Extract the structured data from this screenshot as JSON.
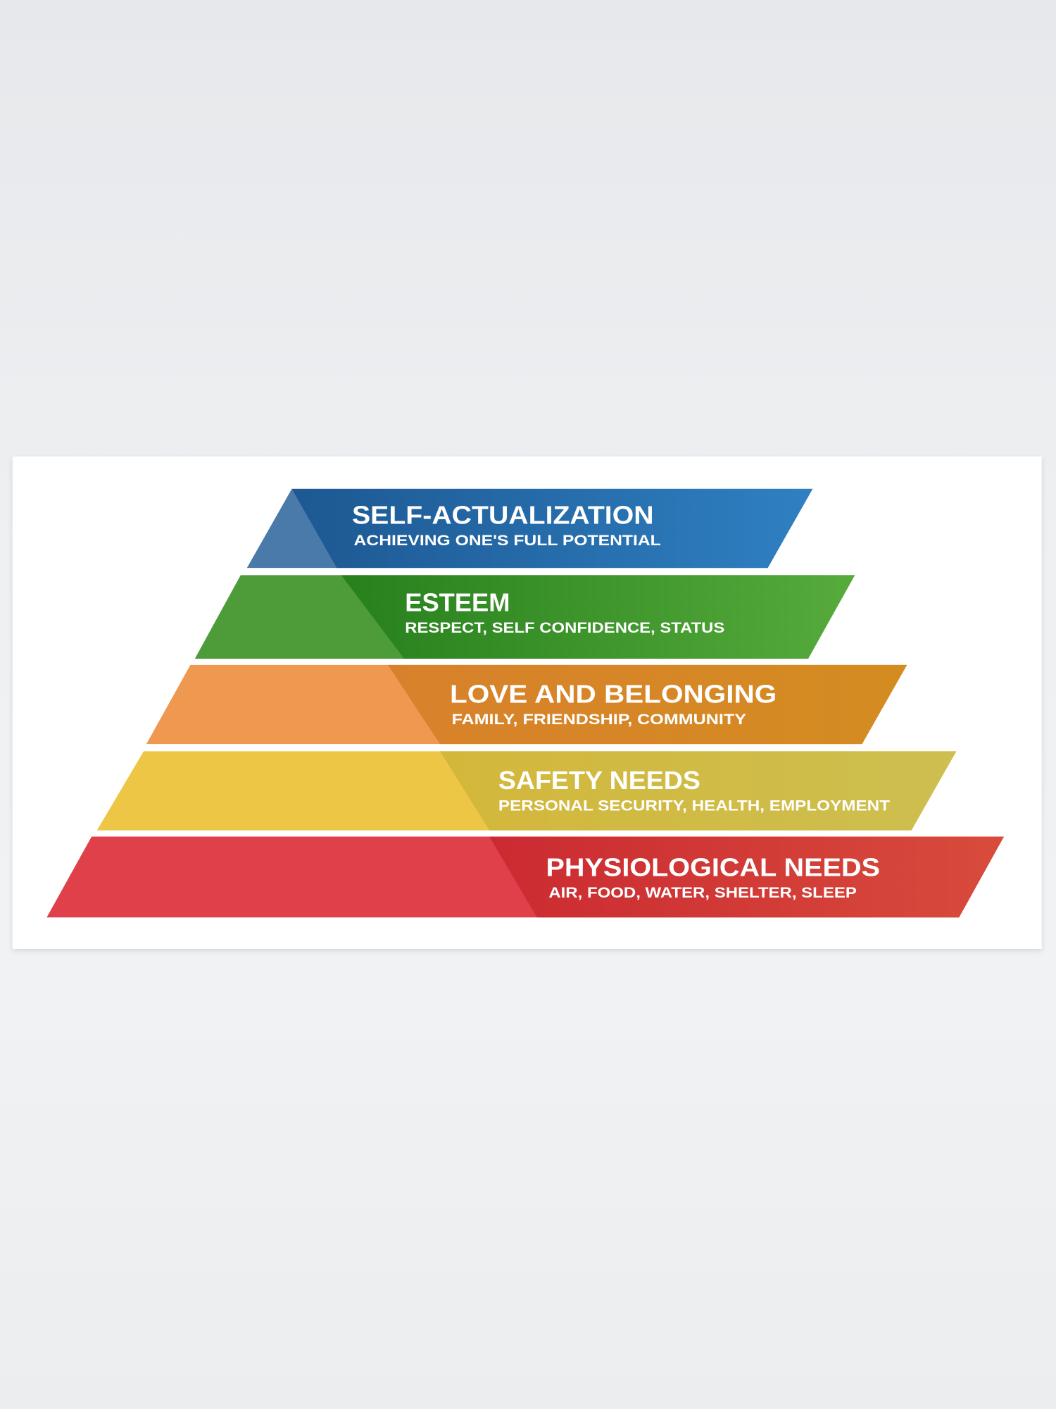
{
  "levels": [
    {
      "title": "SELF-ACTUALIZATION",
      "subtitle": "ACHIEVING ONE'S FULL POTENTIAL",
      "colors": {
        "light": "#4a7aa9",
        "dark": "#1d5892",
        "right": "#2f80c2"
      }
    },
    {
      "title": "ESTEEM",
      "subtitle": "RESPECT, SELF CONFIDENCE, STATUS",
      "colors": {
        "light": "#4d9c39",
        "dark": "#27801d",
        "right": "#56ab3b"
      }
    },
    {
      "title": "LOVE AND BELONGING",
      "subtitle": "FAMILY, FRIENDSHIP, COMMUNITY",
      "colors": {
        "light": "#ee9850",
        "dark": "#d8812c",
        "right": "#d48c20"
      }
    },
    {
      "title": "SAFETY NEEDS",
      "subtitle": "PERSONAL SECURITY, HEALTH, EMPLOYMENT",
      "colors": {
        "light": "#eec645",
        "dark": "#d3b73a",
        "right": "#cdbf50"
      }
    },
    {
      "title": "PHYSIOLOGICAL NEEDS",
      "subtitle": "AIR, FOOD, WATER, SHELTER, SLEEP",
      "colors": {
        "light": "#e0404a",
        "dark": "#cb2a31",
        "right": "#d84b3c"
      }
    }
  ]
}
